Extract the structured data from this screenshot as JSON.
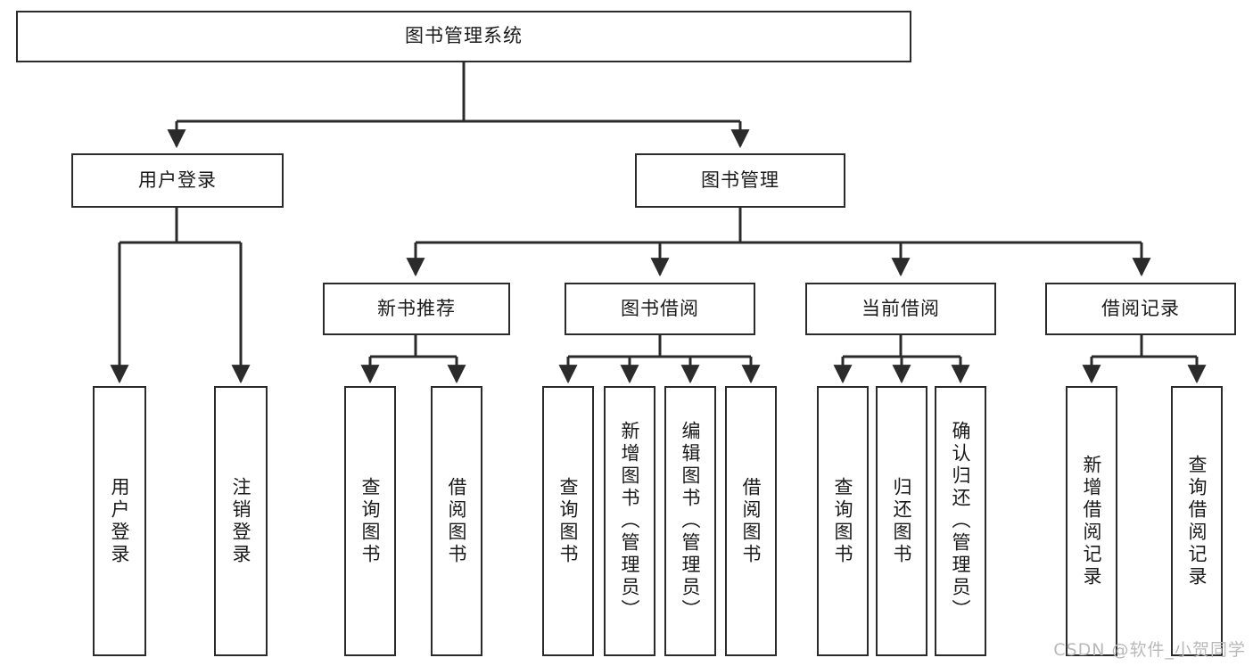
{
  "diagram": {
    "title": "图书管理系统",
    "type": "tree-hierarchy-diagram",
    "colors": {
      "box_border": "#2b2b2b",
      "box_fill": "#ffffff",
      "edge": "#2b2b2b",
      "text": "#1a1a1a",
      "watermark": "#b9b9b9",
      "background": "#ffffff"
    }
  },
  "root": {
    "label": "图书管理系统"
  },
  "level2": [
    {
      "label": "用户登录"
    },
    {
      "label": "图书管理"
    }
  ],
  "level3": [
    {
      "label": "新书推荐"
    },
    {
      "label": "图书借阅"
    },
    {
      "label": "当前借阅"
    },
    {
      "label": "借阅记录"
    }
  ],
  "leaves": {
    "user_login": [
      {
        "label": "用户登录"
      },
      {
        "label": "注销登录"
      }
    ],
    "new_book_recommend": [
      {
        "label": "查询图书"
      },
      {
        "label": "借阅图书"
      }
    ],
    "book_borrow": [
      {
        "label": "查询图书"
      },
      {
        "label": "新增图书（管理员）"
      },
      {
        "label": "编辑图书（管理员）"
      },
      {
        "label": "借阅图书"
      }
    ],
    "current_borrow": [
      {
        "label": "查询图书"
      },
      {
        "label": "归还图书"
      },
      {
        "label": "确认归还（管理员）"
      }
    ],
    "borrow_record": [
      {
        "label": "新增借阅记录"
      },
      {
        "label": "查询借阅记录"
      }
    ]
  },
  "watermark": {
    "text": "CSDN @软件_小贺同学"
  }
}
